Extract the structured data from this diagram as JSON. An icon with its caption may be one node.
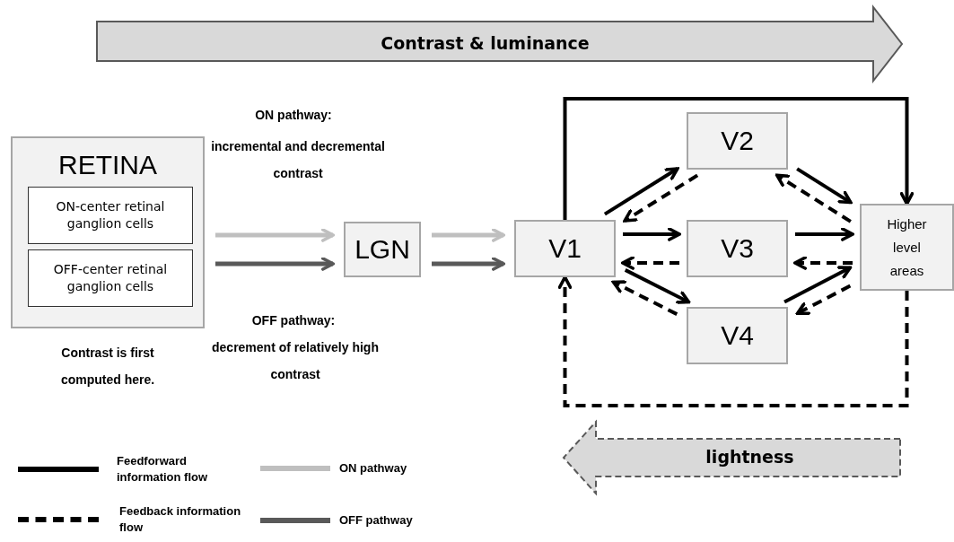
{
  "diagram": {
    "nodes": [
      {
        "text": [
          "Contrast & luminance"
        ]
      },
      {
        "text": [
          "RETINA"
        ],
        "beside": [
          "Contrast is first computed here."
        ]
      },
      {
        "text": [
          "ON-center retinal ganglion cells"
        ],
        "in": 1
      },
      {
        "text": [
          "OFF-center retinal ganglion cells"
        ],
        "in": 1
      },
      {
        "text": [
          "LGN"
        ]
      },
      {
        "text": [
          "V1"
        ]
      },
      {
        "text": [
          "V2"
        ]
      },
      {
        "text": [
          "V3"
        ]
      },
      {
        "text": [
          "V4"
        ]
      },
      {
        "text": [
          "Higher level areas"
        ]
      },
      {
        "text": [
          "lightness"
        ]
      }
    ],
    "edges": [
      {
        "from": 1,
        "to": 4,
        "arrow": "to",
        "color": "#bfbfbf"
      },
      {
        "from": 1,
        "to": 4,
        "arrow": "to",
        "color": "#595959"
      },
      {
        "from": 4,
        "to": 5,
        "arrow": "to",
        "color": "#bfbfbf"
      },
      {
        "from": 4,
        "to": 5,
        "arrow": "to",
        "color": "#595959"
      },
      {
        "from": 5,
        "to": 6,
        "arrow": "to"
      },
      {
        "from": 6,
        "to": 5,
        "arrow": "to",
        "style": "dashed"
      },
      {
        "from": 6,
        "to": 9,
        "arrow": "to"
      },
      {
        "from": 9,
        "to": 6,
        "arrow": "to",
        "style": "dashed"
      },
      {
        "from": 5,
        "to": 7,
        "arrow": "to"
      },
      {
        "from": 7,
        "to": 5,
        "arrow": "to",
        "style": "dashed"
      },
      {
        "from": 7,
        "to": 9,
        "arrow": "to"
      },
      {
        "from": 9,
        "to": 7,
        "arrow": "to",
        "style": "dashed"
      },
      {
        "from": 5,
        "to": 8,
        "arrow": "to"
      },
      {
        "from": 8,
        "to": 5,
        "arrow": "to",
        "style": "dashed"
      },
      {
        "from": 8,
        "to": 9,
        "arrow": "to"
      },
      {
        "from": 9,
        "to": 8,
        "arrow": "to",
        "style": "dashed"
      },
      {
        "from": 5,
        "to": 9,
        "arrow": "to"
      },
      {
        "from": 9,
        "to": 5,
        "arrow": "to",
        "style": "dashed"
      }
    ],
    "labels": [
      "ON pathway:",
      "incremental and decremental contrast",
      "OFF pathway:",
      "decrement of relatively high contrast"
    ],
    "legend": [
      {
        "text": "Feedforward information flow"
      },
      {
        "text": "Feedback information flow"
      },
      {
        "text": "ON pathway",
        "color": "#bfbfbf"
      },
      {
        "text": "OFF pathway",
        "color": "#595959"
      }
    ]
  }
}
